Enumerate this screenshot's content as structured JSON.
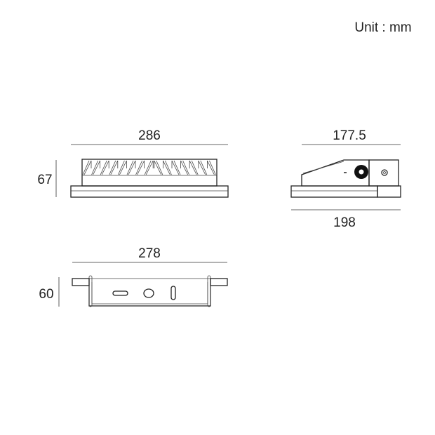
{
  "unit_label": "Unit : mm",
  "front_view": {
    "width": "286",
    "height": "67"
  },
  "side_view": {
    "top_length": "177.5",
    "bottom_length": "198"
  },
  "bracket_view": {
    "width": "278",
    "height": "60"
  }
}
